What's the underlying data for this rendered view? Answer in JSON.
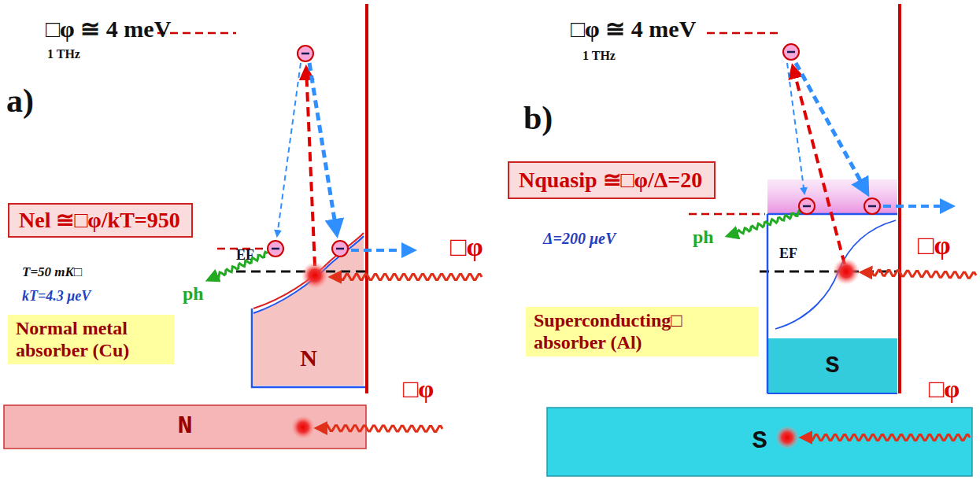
{
  "diagram": {
    "nodes": [
      {
        "text": [
          "Nel ≅□φ/kT=950"
        ]
      },
      {
        "text": [
          "N"
        ]
      },
      {
        "text": [
          "Normal metal absorber (Cu)"
        ]
      },
      {
        "text": [
          "N"
        ]
      },
      {
        "text": [
          "Nquasip ≅□φ/Δ=20"
        ]
      },
      {
        "text": [
          "S"
        ]
      },
      {
        "text": [
          "Superconducting□ absorber (Al)"
        ]
      },
      {
        "text": [
          "S"
        ]
      }
    ],
    "labels": [
      "□φ ≅ 4 meV",
      "1 THz",
      "a)",
      "T=50 mK□",
      "kT=4.3 μeV",
      "ph",
      "EF",
      "□φ",
      "□φ",
      "□φ ≅ 4 meV",
      "1 THz",
      "b)",
      "Δ=200 μeV",
      "ph",
      "EF",
      "□φ",
      "□φ"
    ]
  }
}
